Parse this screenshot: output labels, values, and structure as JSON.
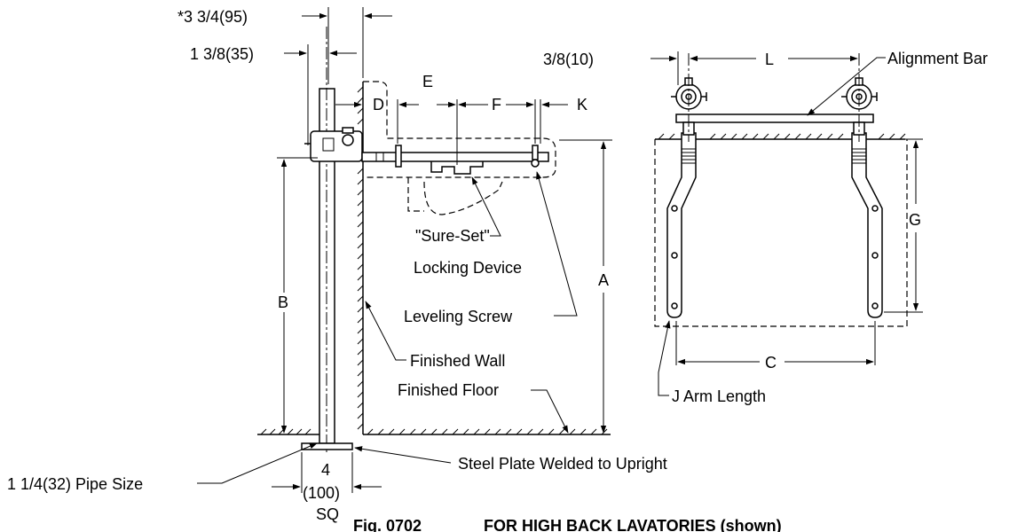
{
  "labels": {
    "dim_3_3_4": "*3 3/4(95)",
    "dim_1_3_8": "1 3/8(35)",
    "dim_3_8": "3/8(10)",
    "e": "E",
    "d": "D",
    "f": "F",
    "k": "K",
    "l": "L",
    "alignment_bar": "Alignment Bar",
    "g": "G",
    "sure_set_line1": "\"Sure-Set\"",
    "sure_set_line2": "Locking Device",
    "a": "A",
    "b": "B",
    "leveling_screw": "Leveling Screw",
    "finished_wall": "Finished Wall",
    "finished_floor": "Finished Floor",
    "c": "C",
    "j_arm_length": "J Arm Length",
    "pipe_size": "1 1/4(32) Pipe Size",
    "plate_4": "4",
    "plate_100": "(100)",
    "plate_sq": "SQ",
    "steel_plate": "Steel Plate Welded to Upright"
  },
  "caption": {
    "fig": "Fig. 0702",
    "subtitle": "FOR HIGH BACK LAVATORIES (shown)"
  }
}
